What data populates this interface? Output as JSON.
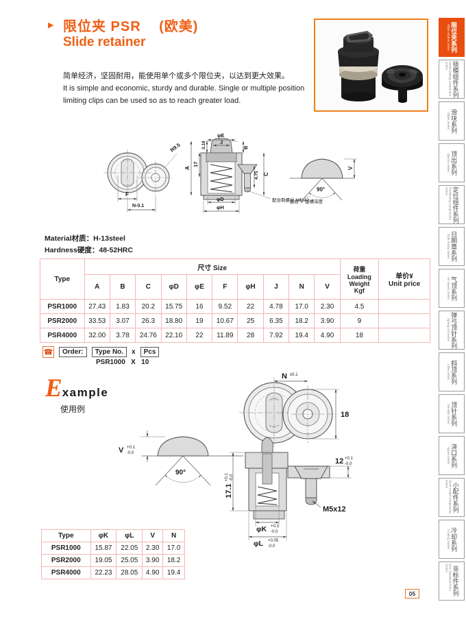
{
  "page": {
    "number": "05"
  },
  "header": {
    "bullet": "▶",
    "title_cn": "限位夹 PSR",
    "title_suffix": "(欧美)",
    "title_en": "Slide retainer",
    "desc_cn": "简单经济，坚固耐用，能使用单个或多个限位夹，以达到更大效果。",
    "desc_en": "It is simple and economic, sturdy and durable. Single or multiple position\nlimiting clips can be used so as to reach greater load."
  },
  "material": {
    "line1": "Material材质：H-13steel",
    "line2": "Hardness硬度：48-52HRC"
  },
  "drawing": {
    "r95": "R9.5",
    "f": "F",
    "n01": "N-0.1",
    "phiE": "φE",
    "j": "J",
    "b": "B",
    "d318": "3.18",
    "d17": "17",
    "a": "A",
    "d475": "4.75",
    "c": "C",
    "phiD": "φD",
    "phiH": "φH",
    "angle": "90°",
    "v": "V",
    "screw_note": "配合制螺丝,M5x12",
    "groove_note": "配合\"V\"型槽深度"
  },
  "size_table": {
    "type_header": "Type",
    "size_header": "尺寸 Size",
    "loading_header": "荷重\nLoading\nWeight\nKgf",
    "unit_price_header": "单价¥\nUnit price",
    "dim_headers": [
      "A",
      "B",
      "C",
      "φD",
      "φE",
      "F",
      "φH",
      "J",
      "N",
      "V"
    ],
    "rows": [
      {
        "type": "PSR1000",
        "values": [
          "27.43",
          "1.83",
          "20.2",
          "15.75",
          "16",
          "9.52",
          "22",
          "4.78",
          "17.0",
          "2.30"
        ],
        "loading": "4.5",
        "unit_price": ""
      },
      {
        "type": "PSR2000",
        "values": [
          "33.53",
          "3.07",
          "26.3",
          "18.80",
          "19",
          "10.67",
          "25",
          "6.35",
          "18.2",
          "3.90"
        ],
        "loading": "9",
        "unit_price": ""
      },
      {
        "type": "PSR4000",
        "values": [
          "32.00",
          "3.78",
          "24.76",
          "22.10",
          "22",
          "11.89",
          "28",
          "7.92",
          "19.4",
          "4.90"
        ],
        "loading": "18",
        "unit_price": ""
      }
    ]
  },
  "order": {
    "phone_icon": "☎",
    "label": "Order:",
    "type_no": "Type No.",
    "times": "x",
    "pcs": "Pcs",
    "example": "PSR1000   X   10"
  },
  "example": {
    "heading_initial": "E",
    "heading_rest": "xample",
    "heading_cn": "使用例",
    "dims": {
      "n": "N",
      "n_tol": "±0.1",
      "d18": "18",
      "angle": "90°",
      "v": "V",
      "v_tp": "+0.1",
      "v_tm": "-0.0",
      "h171": "17.1",
      "h171_tp": "+0.1",
      "h171_tm": "-0.0",
      "h12": "12",
      "h12_tp": "+0.1",
      "h12_tm": "-0.0",
      "screw": "M5x12",
      "phiK": "φK",
      "k_tp": "+0.1",
      "k_tm": "-0.0",
      "phiL": "φL",
      "l_tp": "+0.05",
      "l_tm": "-0.0"
    }
  },
  "example_table": {
    "headers": [
      "Type",
      "φK",
      "φL",
      "V",
      "N"
    ],
    "rows": [
      [
        "PSR1000",
        "15.87",
        "22.05",
        "2.30",
        "17.0"
      ],
      [
        "PSR2000",
        "19.05",
        "25.05",
        "3.90",
        "18.2"
      ],
      [
        "PSR4000",
        "22.23",
        "28.05",
        "4.90",
        "19.4"
      ]
    ]
  },
  "sidebar": {
    "items": [
      {
        "cn": "限位夹系列",
        "en": "Slide retainer series",
        "active": true
      },
      {
        "cn": "锁模组件系列",
        "en": "Mode locking component series",
        "active": false
      },
      {
        "cn": "滑块系列",
        "en": "Slider series",
        "active": false
      },
      {
        "cn": "顶出系列",
        "en": "Ejector series",
        "active": false
      },
      {
        "cn": "定位组件系列",
        "en": "Positioning components series",
        "active": false
      },
      {
        "cn": "日期章系列",
        "en": "Date stamp series",
        "active": false
      },
      {
        "cn": "气顶系列",
        "en": "Air valves series",
        "active": false
      },
      {
        "cn": "弹弓顶针系列",
        "en": "Spring rod series",
        "active": false
      },
      {
        "cn": "斜顶系列",
        "en": "Lifter series",
        "active": false
      },
      {
        "cn": "顶针系列",
        "en": "Thimble series",
        "active": false
      },
      {
        "cn": "浇口系列",
        "en": "Sprue series",
        "active": false
      },
      {
        "cn": "小配件系列",
        "en": "Semi mould components series",
        "active": false
      },
      {
        "cn": "冷却系列",
        "en": "Cooling Series",
        "active": false
      },
      {
        "cn": "非标件系列",
        "en": "Non-Standard Parts Series",
        "active": false
      }
    ]
  },
  "colors": {
    "accent": "#f05f14",
    "active_tab_bg": "#e84e0f",
    "table_border": "#f2b6b6",
    "photo_border": "#ef7f1a"
  }
}
